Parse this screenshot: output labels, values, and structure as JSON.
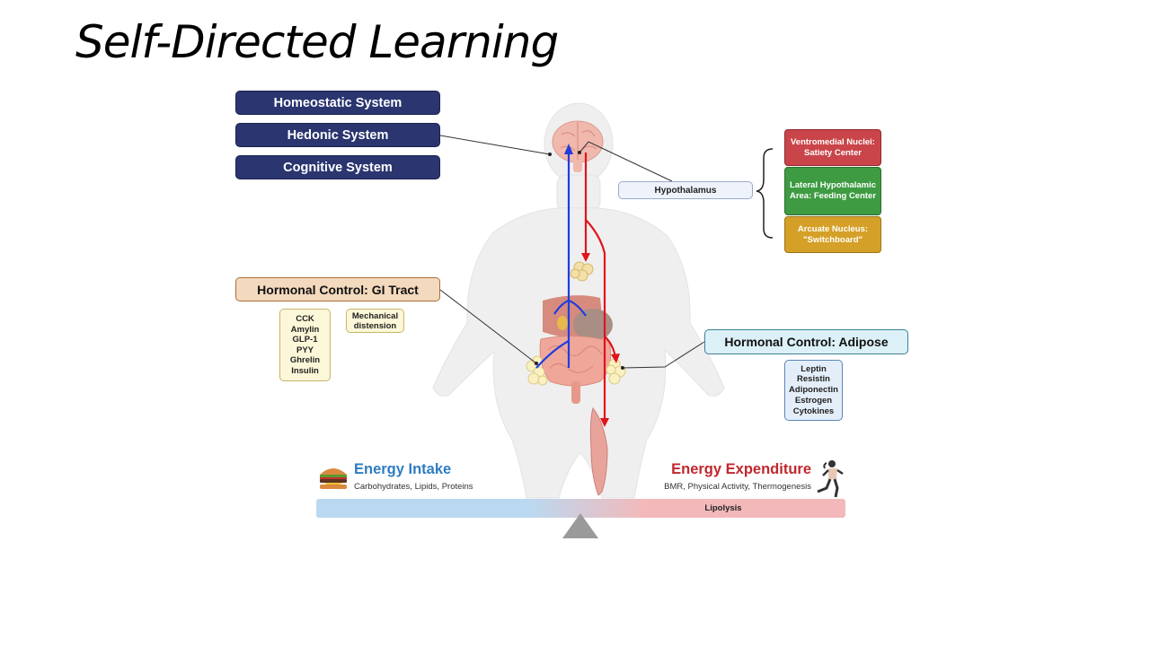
{
  "slide": {
    "title": "Self-Directed Learning"
  },
  "systems": [
    {
      "label": "Homeostatic System"
    },
    {
      "label": "Hedonic System"
    },
    {
      "label": "Cognitive System"
    }
  ],
  "hypothalamus": {
    "label": "Hypothalamus",
    "nuclei": [
      {
        "label": "Ventromedial Nuclei: Satiety Center",
        "color": "#c9454a"
      },
      {
        "label": "Lateral Hypothalamic Area: Feeding Center",
        "color": "#3e9b42"
      },
      {
        "label": "Arcuate Nucleus: \"Switchboard\"",
        "color": "#d4a027"
      }
    ]
  },
  "gi_tract": {
    "title": "Hormonal Control: GI Tract",
    "hormones": [
      "CCK",
      "Amylin",
      "GLP-1",
      "PYY",
      "Ghrelin",
      "Insulin"
    ],
    "mechanical": [
      "Mechanical",
      "distension"
    ]
  },
  "adipose": {
    "title": "Hormonal Control: Adipose",
    "hormones": [
      "Leptin",
      "Resistin",
      "Adiponectin",
      "Estrogen",
      "Cytokines"
    ]
  },
  "energy_intake": {
    "title": "Energy Intake",
    "subtitle": "Carbohydrates, Lipids, Proteins",
    "icon": "burger-icon",
    "color": "#2f7cc1"
  },
  "energy_expenditure": {
    "title": "Energy Expenditure",
    "subtitle": "BMR, Physical Activity, Thermogenesis",
    "icon": "runner-icon",
    "color": "#c1272d"
  },
  "balance": {
    "label": "Lipolysis"
  },
  "pathway_colors": {
    "afferent": "#1f3de0",
    "efferent": "#e0141b"
  }
}
